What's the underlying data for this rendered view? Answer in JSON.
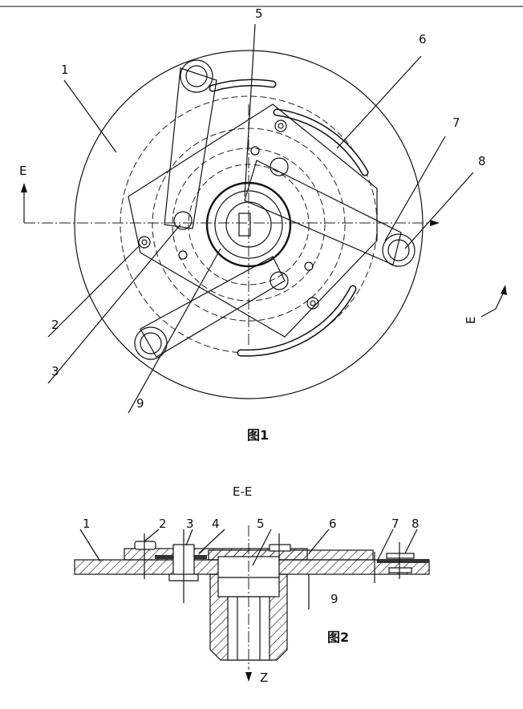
{
  "figure1": {
    "caption": "图1",
    "section_marker": "E",
    "labels": [
      "1",
      "2",
      "3",
      "5",
      "6",
      "7",
      "8",
      "9"
    ]
  },
  "figure2": {
    "caption": "图2",
    "section_title": "E-E",
    "axis_label": "Z",
    "labels": [
      "1",
      "2",
      "3",
      "4",
      "5",
      "6",
      "7",
      "8",
      "9"
    ]
  }
}
